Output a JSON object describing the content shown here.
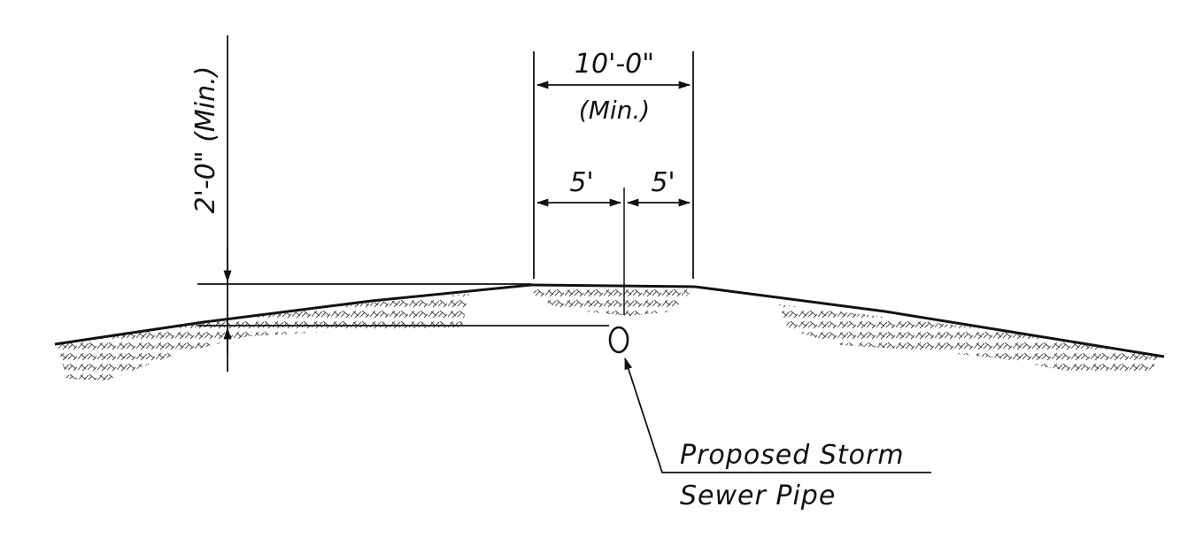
{
  "labels": {
    "top_width": "10'-0\"",
    "top_width_min": "(Min.)",
    "half_left": "5'",
    "half_right": "5'",
    "cover_depth": "2'-0\" (Min.)",
    "pipe_label_line1": "Proposed Storm",
    "pipe_label_line2": "Sewer Pipe"
  },
  "colors": {
    "ink": "#111111",
    "background": "#ffffff"
  }
}
